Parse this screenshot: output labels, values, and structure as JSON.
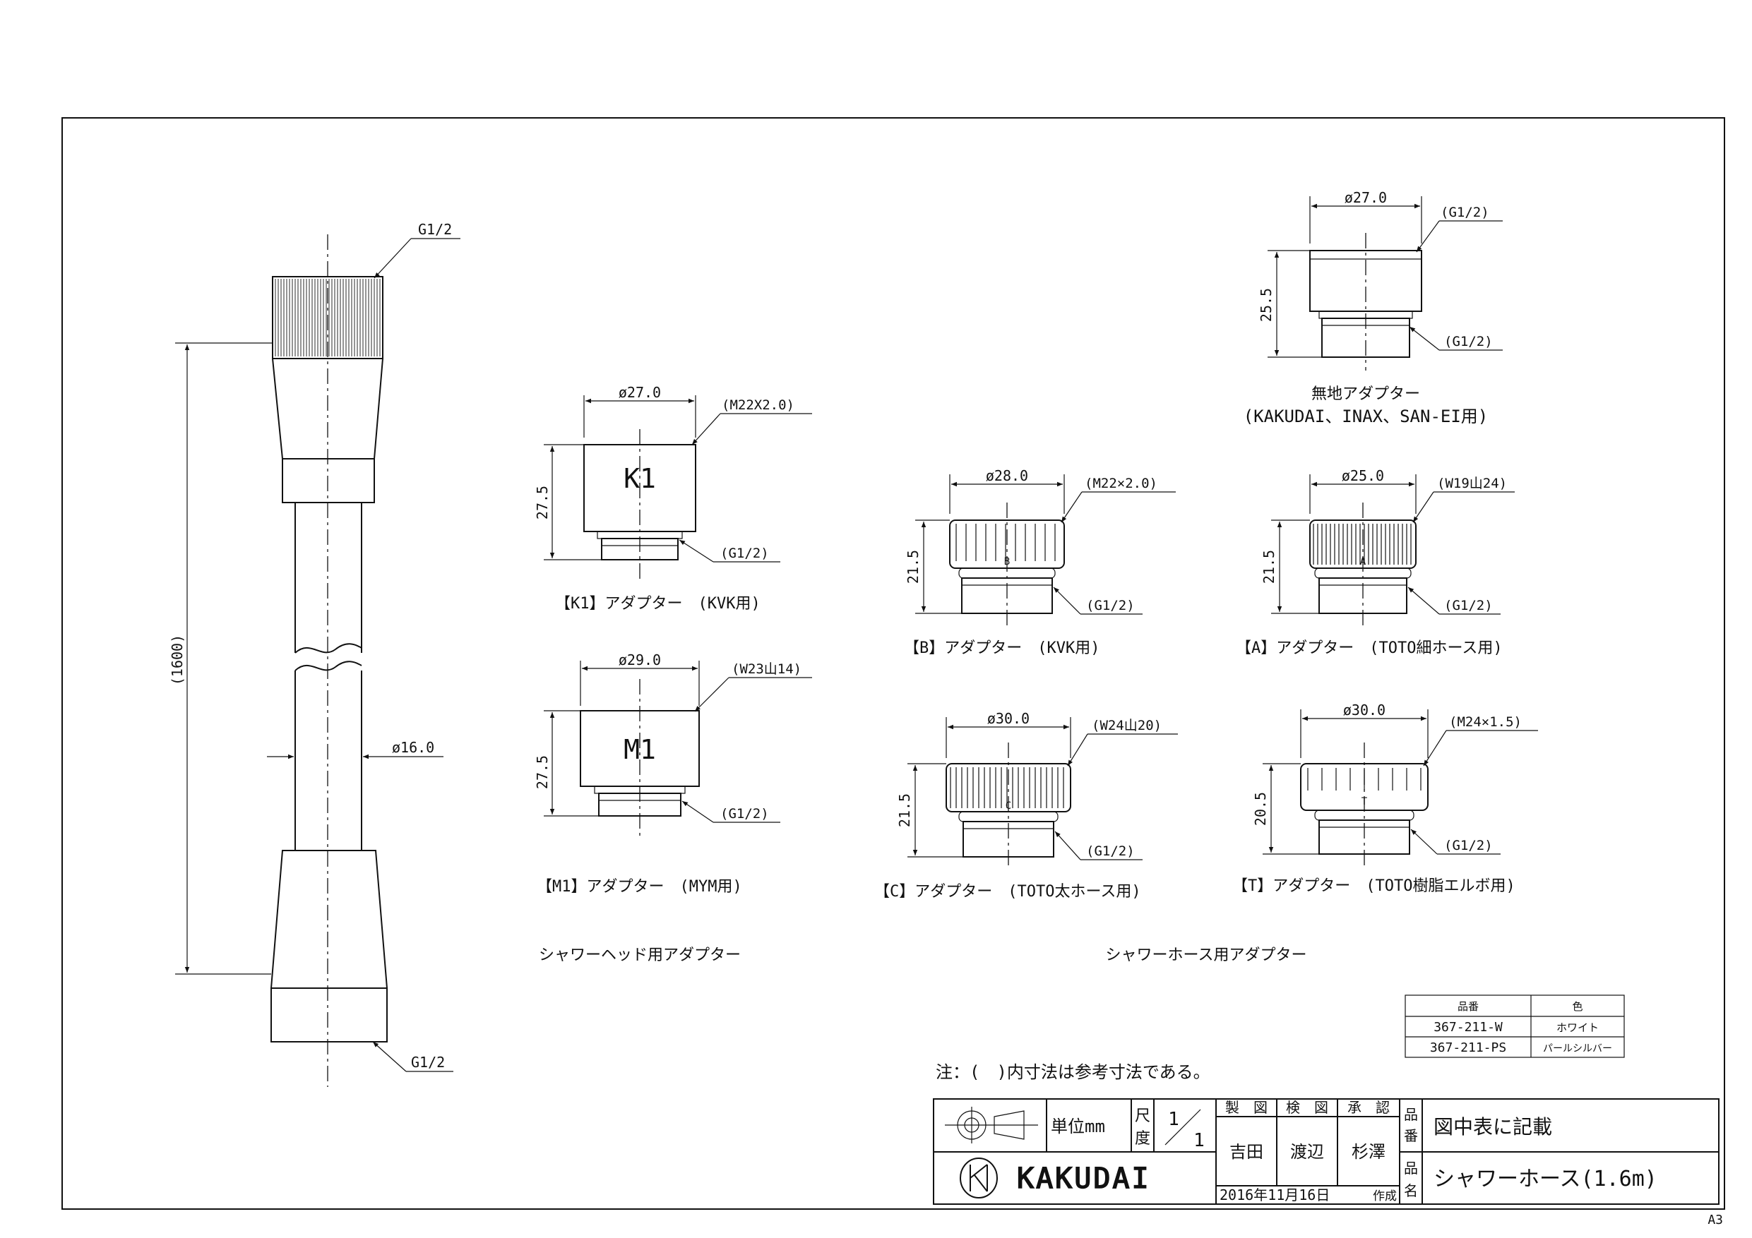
{
  "sheet": {
    "size": "A3"
  },
  "hose": {
    "top_thread": "G1/2",
    "bottom_thread": "G1/2",
    "length": "(1600)",
    "diameter": "ø16.0"
  },
  "adapters": [
    {
      "id": "k1",
      "code": "K1",
      "width": "ø27.0",
      "top_thread": "(M22X2.0)",
      "height": "27.5",
      "bottom_thread": "(G1/2)",
      "caption": "【K1】アダプター　(KVK用)"
    },
    {
      "id": "m1",
      "code": "M1",
      "width": "ø29.0",
      "top_thread": "(W23山14)",
      "height": "27.5",
      "bottom_thread": "(G1/2)",
      "caption": "【M1】アダプター　(MYM用)"
    },
    {
      "id": "plain",
      "code": "",
      "width": "ø27.0",
      "top_thread": "(G1/2)",
      "height": "25.5",
      "bottom_thread": "(G1/2)",
      "caption": "無地アダプター",
      "caption2": "(KAKUDAI、INAX、SAN-EI用)"
    },
    {
      "id": "b",
      "code": "B",
      "width": "ø28.0",
      "top_thread": "(M22×2.0)",
      "height": "21.5",
      "bottom_thread": "(G1/2)",
      "caption": "【B】アダプター　(KVK用)"
    },
    {
      "id": "a",
      "code": "A",
      "width": "ø25.0",
      "top_thread": "(W19山24)",
      "height": "21.5",
      "bottom_thread": "(G1/2)",
      "caption": "【A】アダプター　(TOTO細ホース用)"
    },
    {
      "id": "c",
      "code": "C",
      "width": "ø30.0",
      "top_thread": "(W24山20)",
      "height": "21.5",
      "bottom_thread": "(G1/2)",
      "caption": "【C】アダプター　(TOTO太ホース用)"
    },
    {
      "id": "t",
      "code": "T",
      "width": "ø30.0",
      "top_thread": "(M24×1.5)",
      "height": "20.5",
      "bottom_thread": "(G1/2)",
      "caption": "【T】アダプター　(TOTO樹脂エルボ用)"
    }
  ],
  "group_labels": {
    "head": "シャワーヘッド用アダプター",
    "hose": "シャワーホース用アダプター"
  },
  "parts_table": {
    "headers": [
      "品番",
      "色"
    ],
    "rows": [
      [
        "367-211-W",
        "ホワイト"
      ],
      [
        "367-211-PS",
        "パールシルバー"
      ]
    ]
  },
  "note": "注：(　)内寸法は参考寸法である。",
  "title_block": {
    "unit": "単位mm",
    "scale_label": [
      "尺",
      "度"
    ],
    "scale_num": "1",
    "scale_den": "1",
    "roles": [
      "製　図",
      "検　図",
      "承　認"
    ],
    "names": [
      "吉田",
      "渡辺",
      "杉澤"
    ],
    "date": "2016年11月16日",
    "created": "作成",
    "number_label": [
      "品",
      "番"
    ],
    "number_value": "図中表に記載",
    "name_label": [
      "品",
      "名"
    ],
    "name_value": "シャワーホース(1.6m)",
    "brand": "KAKUDAI"
  }
}
